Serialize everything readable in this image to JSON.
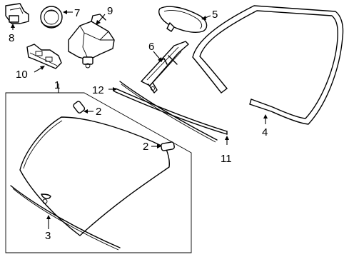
{
  "callouts": {
    "c1": "1",
    "c2a": "2",
    "c2b": "2",
    "c3": "3",
    "c4": "4",
    "c5": "5",
    "c6": "6",
    "c7": "7",
    "c8": "8",
    "c9": "9",
    "c10": "10",
    "c11": "11",
    "c12": "12"
  }
}
